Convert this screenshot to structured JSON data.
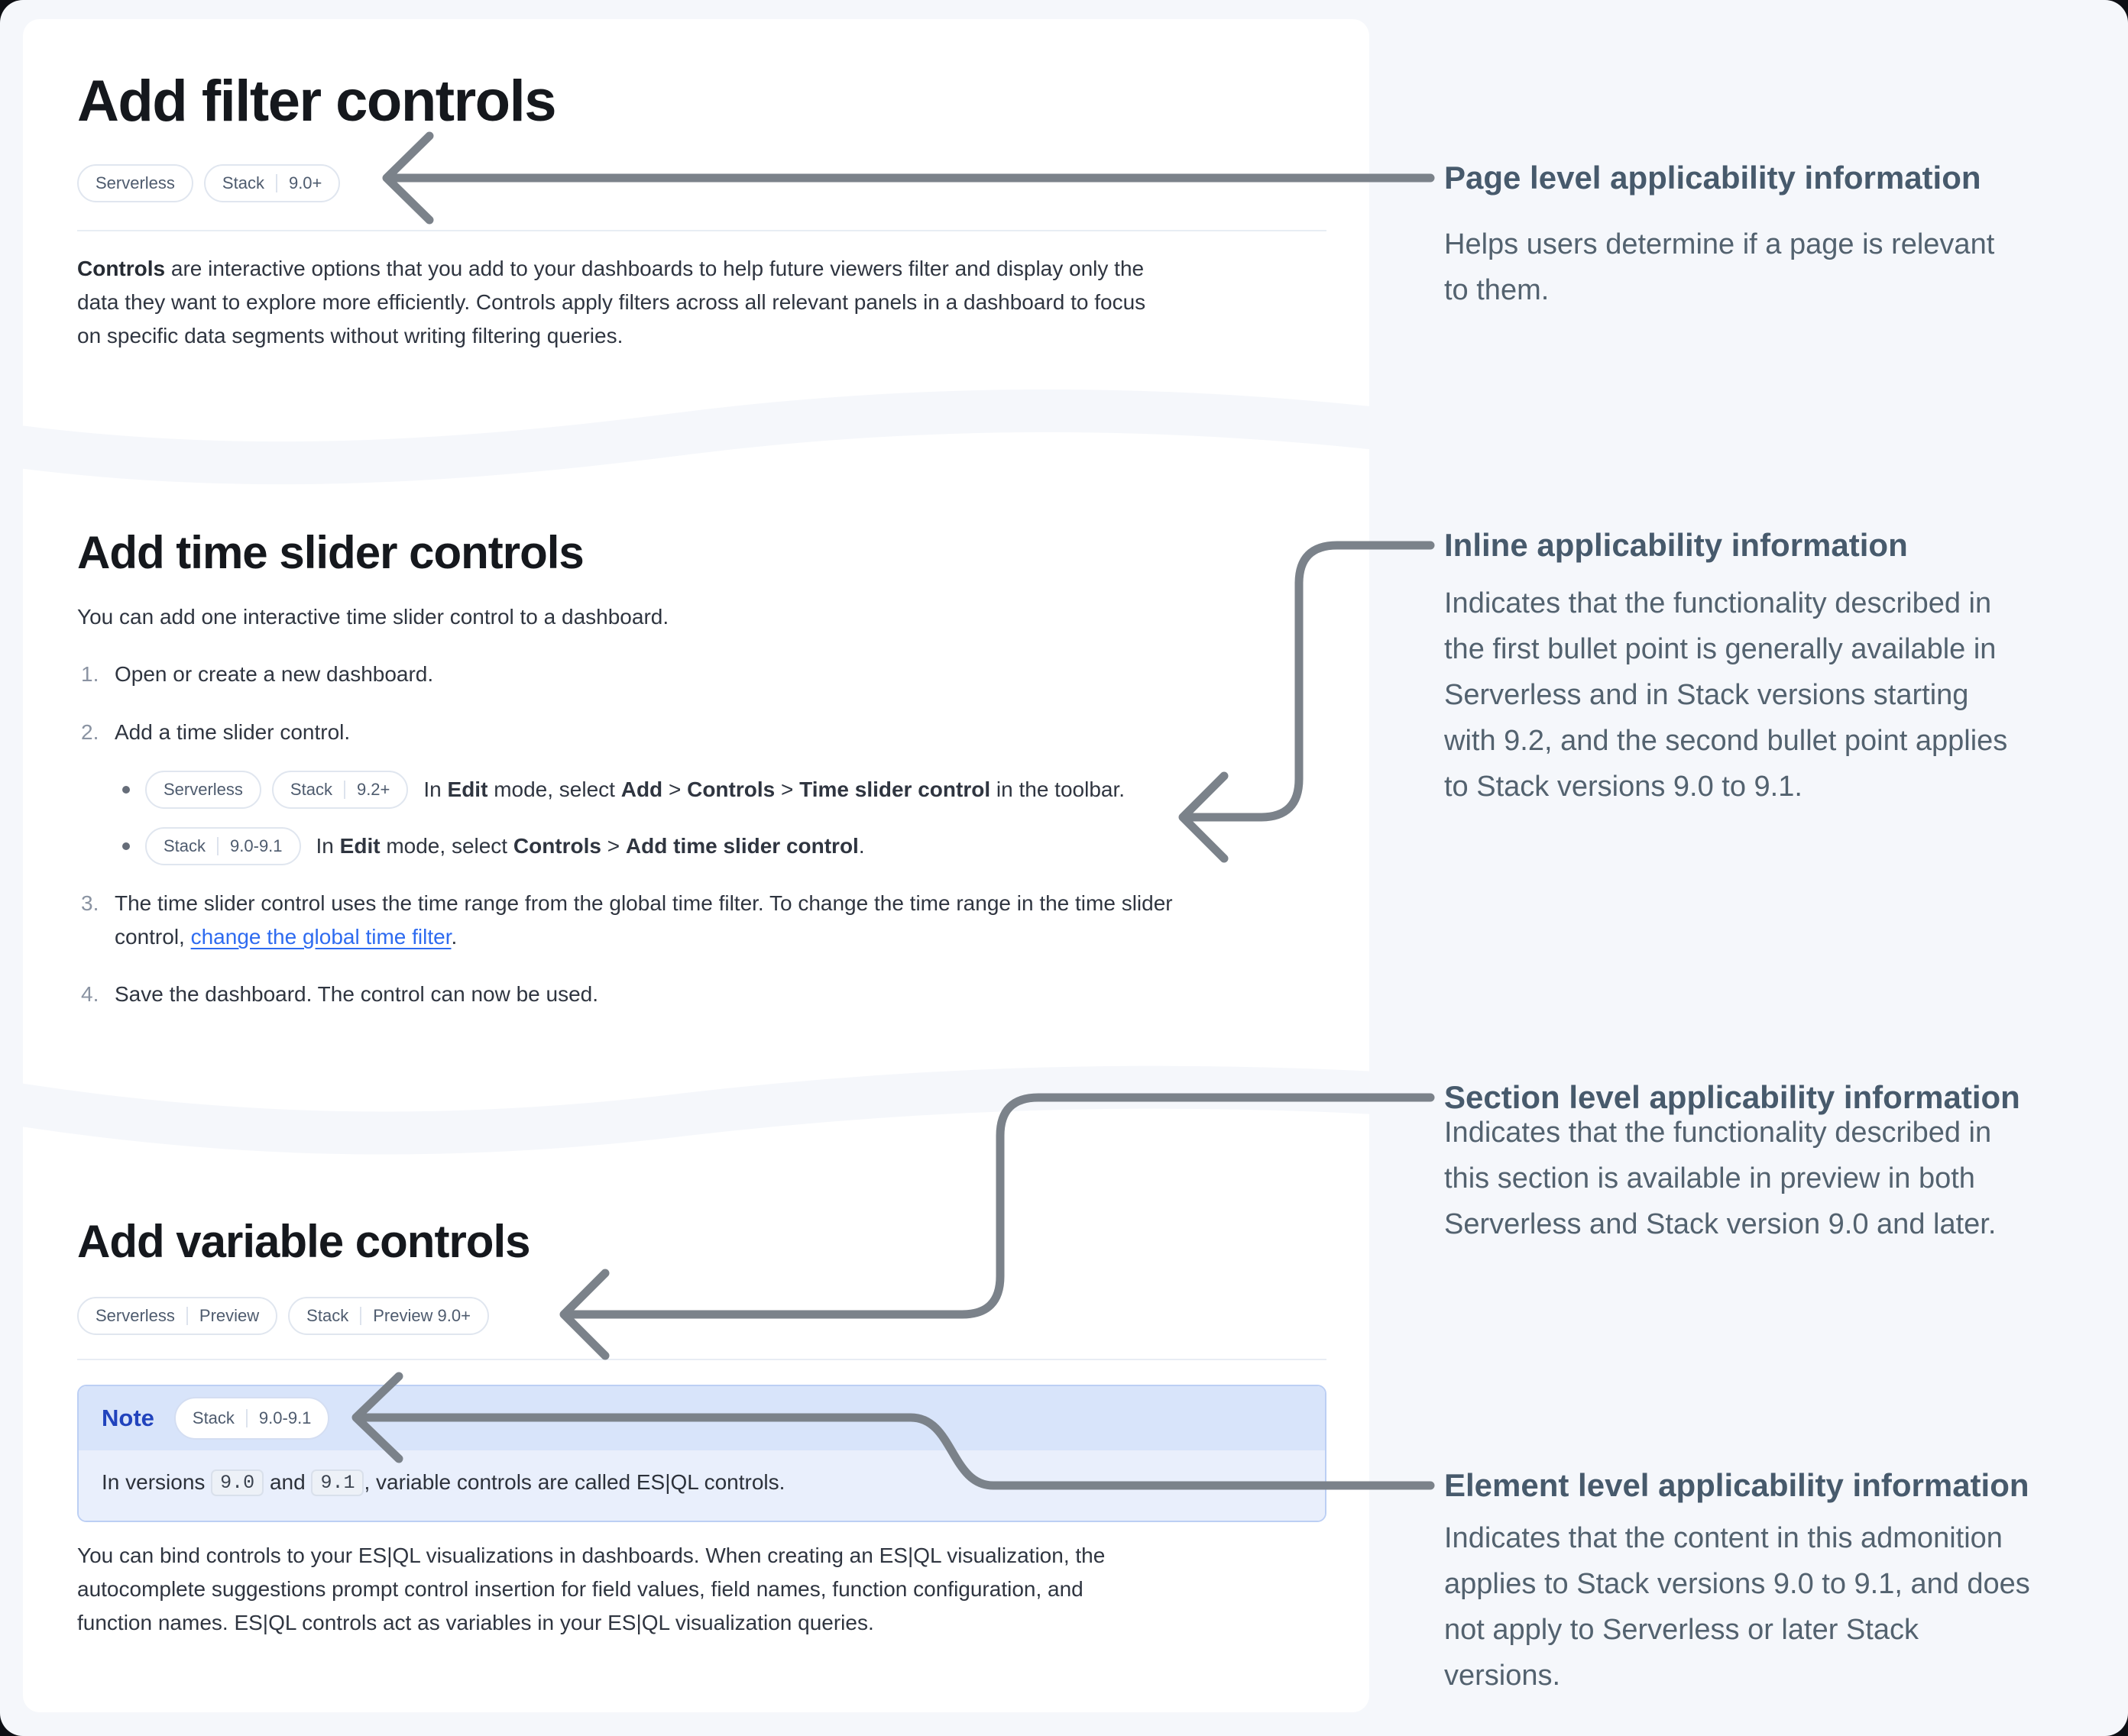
{
  "card1": {
    "title": "Add filter controls",
    "badge_serverless": "Serverless",
    "badge_stack": "Stack",
    "badge_stack_version": "9.0+",
    "paragraph_bold": "Controls",
    "paragraph_rest": " are interactive options that you add to your dashboards to help future viewers filter and display only the\ndata they want to explore more efficiently. Controls apply filters across all relevant panels in a dashboard to focus\non specific data segments without writing filtering queries."
  },
  "card2": {
    "title": "Add time slider controls",
    "intro": "You can add one interactive time slider control to a dashboard.",
    "step1_num": "1.",
    "step1_text": "Open or create a new dashboard.",
    "step2_num": "2.",
    "step2_text": "Add a time slider control.",
    "step3_num": "3.",
    "step3_t1": "The time slider control uses the time range from the global time filter. To change the time range in the time slider\ncontrol, ",
    "step3_link": "change the global time filter",
    "step3_t2": ".",
    "step4_num": "4.",
    "step4_text": "Save the dashboard. The control can now be used.",
    "bullet1": {
      "badge_serverless": "Serverless",
      "badge_stack": "Stack",
      "badge_stack_version": "9.2+",
      "t1": "In ",
      "b1": "Edit",
      "t2": " mode, select ",
      "b2": "Add",
      "t3": " > ",
      "b3": "Controls",
      "t4": " > ",
      "b4": "Time slider control",
      "t5": " in the toolbar."
    },
    "bullet2": {
      "badge_stack": "Stack",
      "badge_stack_version": "9.0-9.1",
      "t1": "In ",
      "b1": "Edit",
      "t2": " mode, select ",
      "b2": "Controls",
      "t3": " > ",
      "b3": "Add time slider control",
      "t4": "."
    }
  },
  "card3": {
    "title": "Add variable controls",
    "badge1_part1": "Serverless",
    "badge1_part2": "Preview",
    "badge2_part1": "Stack",
    "badge2_part2": "Preview 9.0+",
    "note": {
      "label": "Note",
      "badge_stack": "Stack",
      "badge_version": "9.0-9.1",
      "t1": "In versions ",
      "code1": "9.0",
      "t2": " and ",
      "code2": "9.1",
      "t3": ", variable controls are called ES|QL controls."
    },
    "paragraph": "You can bind controls to your ES|QL visualizations in dashboards. When creating an ES|QL visualization, the\nautocomplete suggestions prompt control insertion for field values, field names, function configuration, and\nfunction names. ES|QL controls act as variables in your ES|QL visualization queries."
  },
  "annotations": [
    {
      "heading": "Page level applicability information",
      "body": "Helps users determine if a page is relevant\nto them."
    },
    {
      "heading": "Inline applicability information",
      "body": "Indicates that the functionality described in\nthe first bullet point is generally available in\nServerless and in Stack versions starting\nwith 9.2, and the second bullet point applies\nto Stack versions 9.0 to 9.1."
    },
    {
      "heading": "Section level applicability information",
      "body": "Indicates that the functionality described in\nthis section is available in preview in both\nServerless and Stack version 9.0 and later."
    },
    {
      "heading": "Element level applicability information",
      "body": "Indicates that the content in this admonition\napplies to Stack versions 9.0 to 9.1, and does\nnot apply to Serverless or later Stack\nversions."
    }
  ],
  "colors": {
    "background": "#f5f7fb",
    "card": "#ffffff",
    "arrow": "#7b828a",
    "link": "#2e6bf0",
    "note_header": "#d8e4fa",
    "note_body": "#e9effc",
    "note_title": "#2143bd"
  }
}
